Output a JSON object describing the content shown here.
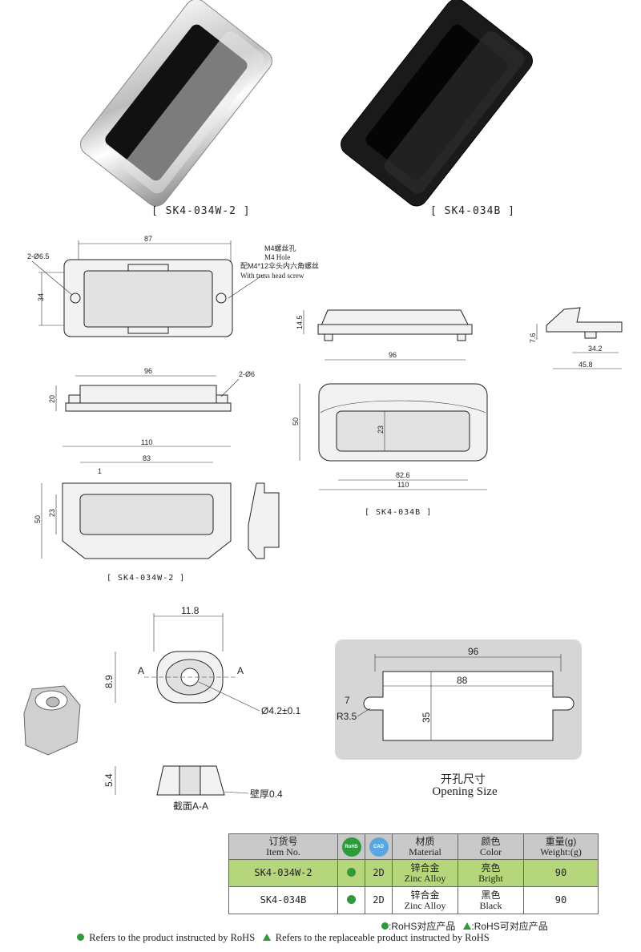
{
  "captions": {
    "top_left": "[ SK4-034W-2 ]",
    "top_right": "[ SK4-034B ]",
    "drawing_b": "[ SK4-034B ]",
    "drawing_w": "[ SK4-034W-2 ]"
  },
  "dims": {
    "top_87": "87",
    "holes_2_65": "2-Ø6.5",
    "h34": "34",
    "m4_cn": "M4螺丝孔",
    "m4_en": "M4 Hole",
    "screw_cn": "配M4*12伞头内六角螺丝",
    "screw_en": "With truss head screw",
    "side_145": "14.5",
    "side_96": "96",
    "end_76": "7.6",
    "end_342": "34.2",
    "end_458": "45.8",
    "side2_96": "96",
    "side2_20": "20",
    "holes_2_6": "2-Ø6",
    "b_50": "50",
    "b_23": "23",
    "b_826": "82.6",
    "b_110": "110",
    "w_110": "110",
    "w_83": "83",
    "w_1": "1",
    "w_50": "50",
    "w_23": "23",
    "bush_118": "11.8",
    "bush_89": "8.9",
    "bush_a1": "A",
    "bush_a2": "A",
    "bush_hole": "Ø4.2±0.1",
    "bush_54": "5.4",
    "wall": "壁厚0.4",
    "section": "截面A-A",
    "open_96": "96",
    "open_88": "88",
    "open_7": "7",
    "open_r35": "R3.5",
    "open_35": "35"
  },
  "opening": {
    "title_cn": "开孔尺寸",
    "title_en": "Opening Size"
  },
  "table": {
    "headers": {
      "item_cn": "订货号",
      "item_en": "Item No.",
      "rohs": "RoHS",
      "cad": "CAD",
      "material_cn": "材质",
      "material_en": "Material",
      "color_cn": "颜色",
      "color_en": "Color",
      "weight_cn": "重量(g)",
      "weight_en": "Weight:(g)"
    },
    "rows": [
      {
        "item": "SK4-034W-2",
        "cad": "2D",
        "material_cn": "锌合金",
        "material_en": "Zinc Alloy",
        "color_cn": "亮色",
        "color_en": "Bright",
        "weight": "90"
      },
      {
        "item": "SK4-034B",
        "cad": "2D",
        "material_cn": "锌合金",
        "material_en": "Zinc Alloy",
        "color_cn": "黑色",
        "color_en": "Black",
        "weight": "90"
      }
    ]
  },
  "legend": {
    "line1_a": ":RoHS对应产品",
    "line1_b": ":RoHS可对应产品",
    "line2_a": "Refers to the product instructed by RoHS",
    "line2_b": "Refers to the replaceable product instructed by RoHS"
  },
  "colors": {
    "rohs_green": "#2e9a3a",
    "cad_blue": "#5aa6e0",
    "row_highlight": "#b5d67a",
    "header_gray": "#c9c9c9",
    "opening_panel": "#d6d6d6"
  }
}
